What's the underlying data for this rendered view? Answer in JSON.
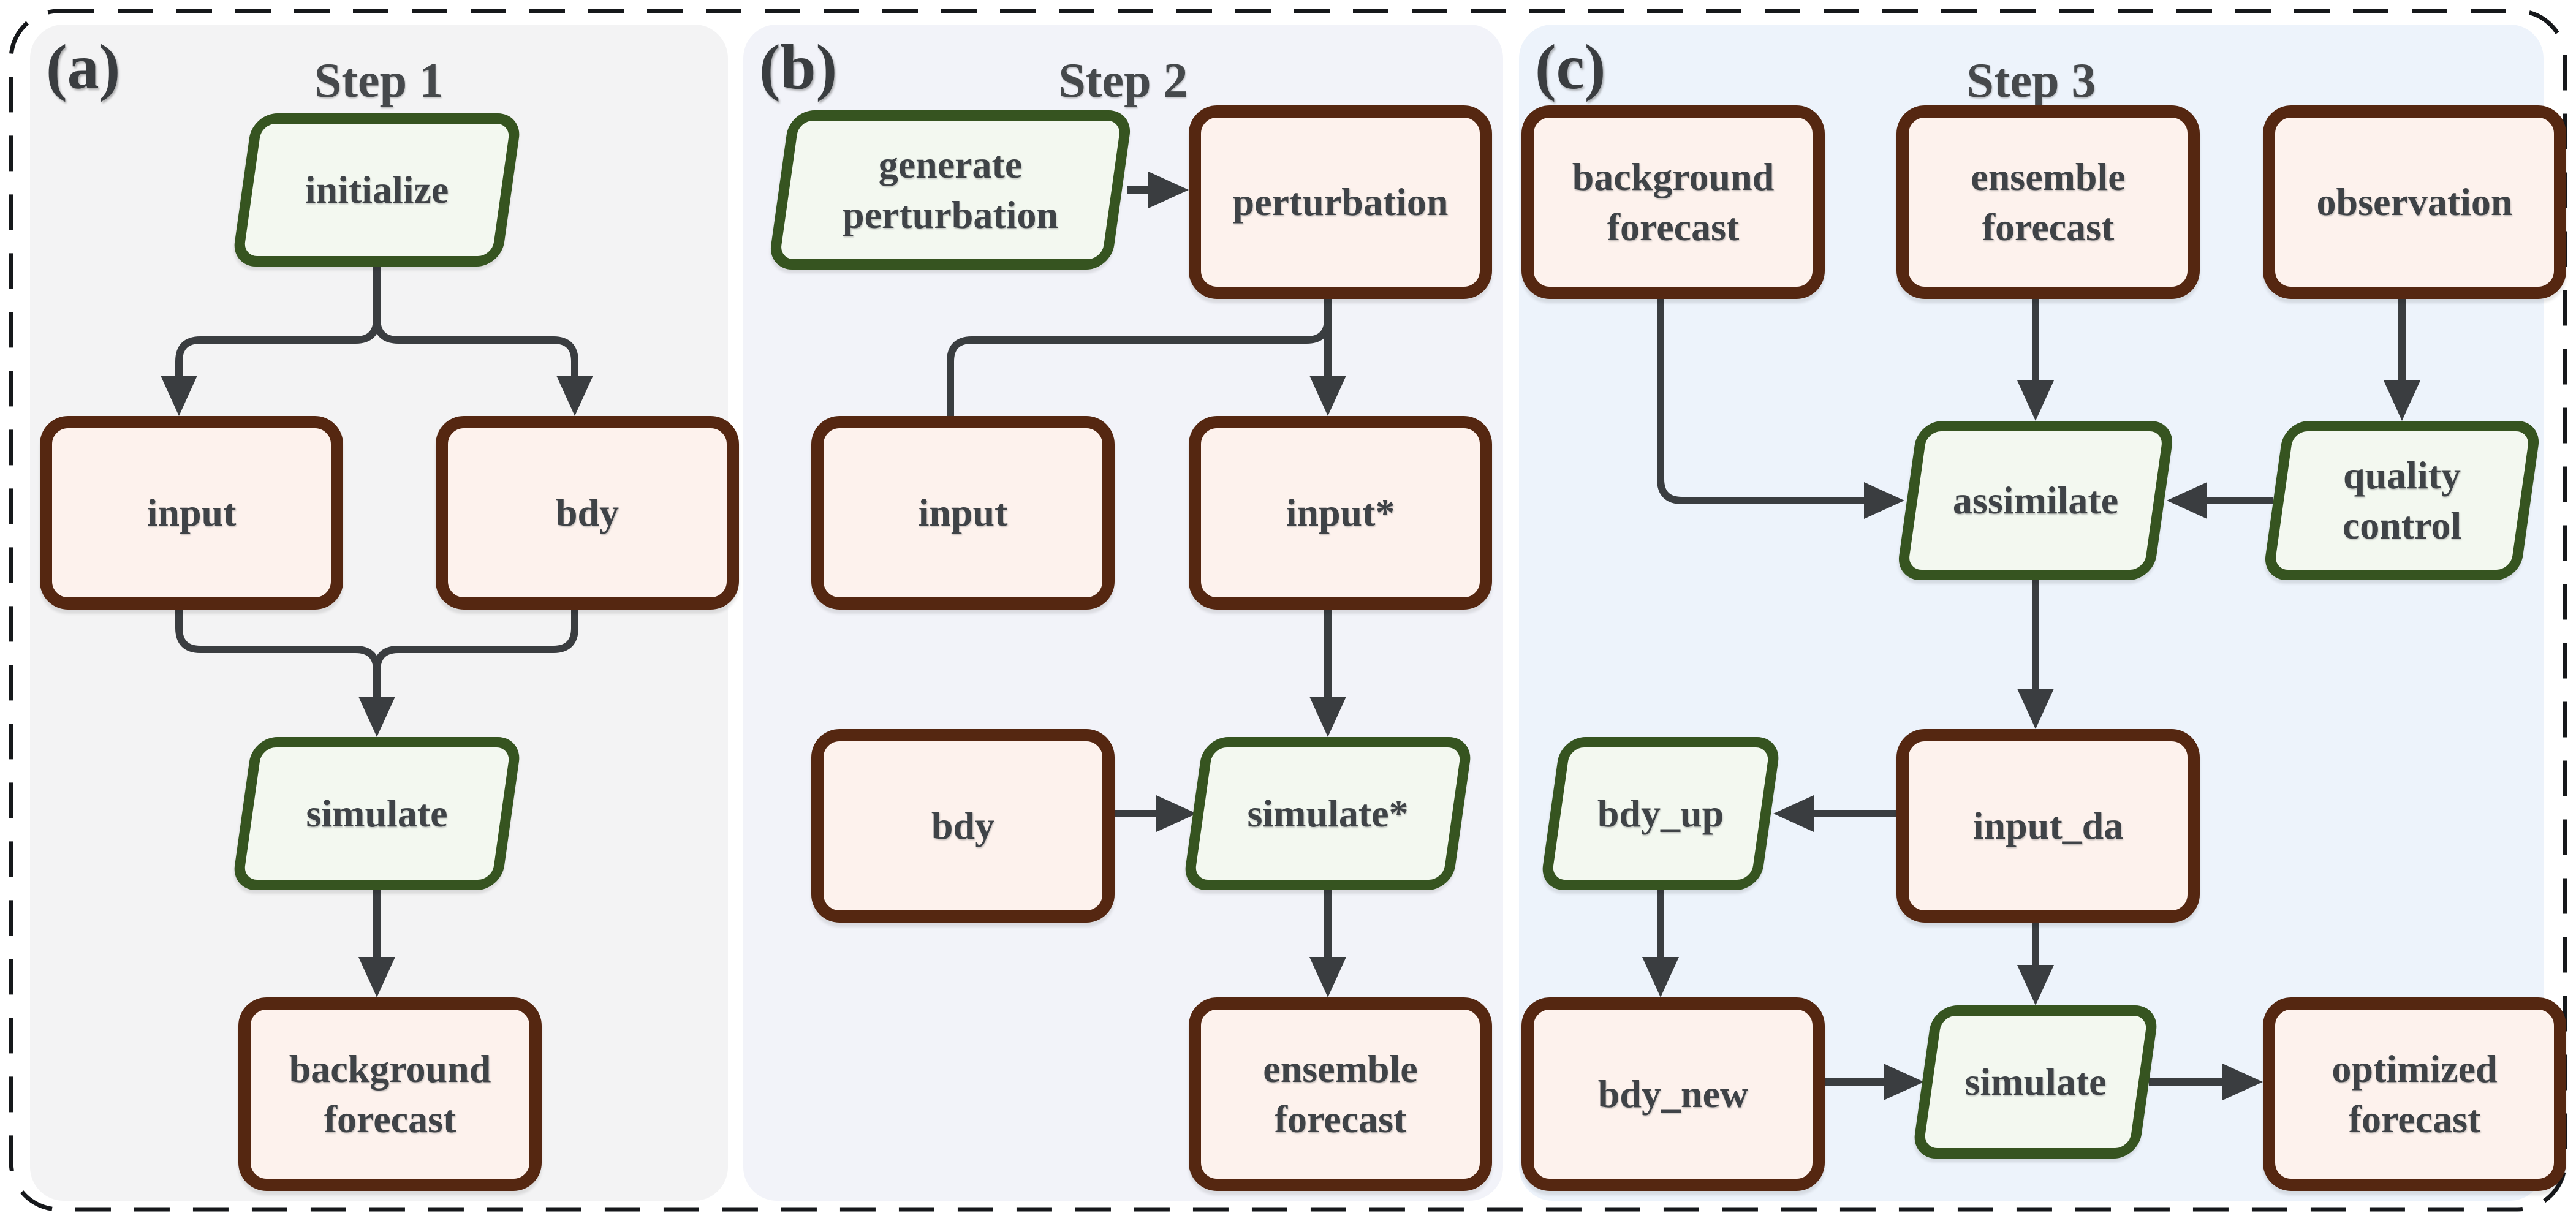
{
  "figure": {
    "kind": "flowchart",
    "panels": {
      "a": {
        "label": "(a)",
        "title": "Step 1"
      },
      "b": {
        "label": "(b)",
        "title": "Step 2"
      },
      "c": {
        "label": "(c)",
        "title": "Step 3"
      }
    },
    "nodes": {
      "a_initialize": {
        "label": "initialize",
        "type": "process"
      },
      "a_input": {
        "label": "input",
        "type": "data"
      },
      "a_bdy": {
        "label": "bdy",
        "type": "data"
      },
      "a_simulate": {
        "label": "simulate",
        "type": "process"
      },
      "a_background_forecast": {
        "label": "background forecast",
        "type": "data"
      },
      "b_generate_perturbation": {
        "label": "generate perturbation",
        "type": "process"
      },
      "b_perturbation": {
        "label": "perturbation",
        "type": "data"
      },
      "b_input": {
        "label": "input",
        "type": "data"
      },
      "b_input_star": {
        "label": "input*",
        "type": "data"
      },
      "b_bdy": {
        "label": "bdy",
        "type": "data"
      },
      "b_simulate_star": {
        "label": "simulate*",
        "type": "process"
      },
      "b_ensemble_forecast": {
        "label": "ensemble forecast",
        "type": "data"
      },
      "c_background_forecast": {
        "label": "background forecast",
        "type": "data"
      },
      "c_ensemble_forecast": {
        "label": "ensemble forecast",
        "type": "data"
      },
      "c_observation": {
        "label": "observation",
        "type": "data"
      },
      "c_assimilate": {
        "label": "assimilate",
        "type": "process"
      },
      "c_quality_control": {
        "label": "quality control",
        "type": "process"
      },
      "c_input_da": {
        "label": "input_da",
        "type": "data"
      },
      "c_bdy_up": {
        "label": "bdy_up",
        "type": "process"
      },
      "c_bdy_new": {
        "label": "bdy_new",
        "type": "data"
      },
      "c_simulate": {
        "label": "simulate",
        "type": "process"
      },
      "c_optimized_forecast": {
        "label": "optimized forecast",
        "type": "data"
      }
    },
    "edges": [
      {
        "from": "a_initialize",
        "to": "a_input",
        "arrowhead": true
      },
      {
        "from": "a_initialize",
        "to": "a_bdy",
        "arrowhead": true
      },
      {
        "from": "a_input",
        "to": "a_simulate",
        "arrowhead": true
      },
      {
        "from": "a_bdy",
        "to": "a_simulate",
        "arrowhead": true
      },
      {
        "from": "a_simulate",
        "to": "a_background_forecast",
        "arrowhead": true
      },
      {
        "from": "b_generate_perturbation",
        "to": "b_perturbation",
        "arrowhead": true
      },
      {
        "from": "b_perturbation",
        "to": "b_input",
        "arrowhead": false
      },
      {
        "from": "b_perturbation",
        "to": "b_input_star",
        "arrowhead": true
      },
      {
        "from": "b_input_star",
        "to": "b_simulate_star",
        "arrowhead": true
      },
      {
        "from": "b_bdy",
        "to": "b_simulate_star",
        "arrowhead": true
      },
      {
        "from": "b_simulate_star",
        "to": "b_ensemble_forecast",
        "arrowhead": true
      },
      {
        "from": "c_background_forecast",
        "to": "c_assimilate",
        "arrowhead": true
      },
      {
        "from": "c_ensemble_forecast",
        "to": "c_assimilate",
        "arrowhead": true
      },
      {
        "from": "c_observation",
        "to": "c_quality_control",
        "arrowhead": true
      },
      {
        "from": "c_quality_control",
        "to": "c_assimilate",
        "arrowhead": true
      },
      {
        "from": "c_assimilate",
        "to": "c_input_da",
        "arrowhead": true
      },
      {
        "from": "c_input_da",
        "to": "c_bdy_up",
        "arrowhead": true
      },
      {
        "from": "c_bdy_up",
        "to": "c_bdy_new",
        "arrowhead": true
      },
      {
        "from": "c_input_da",
        "to": "c_simulate",
        "arrowhead": true
      },
      {
        "from": "c_bdy_new",
        "to": "c_simulate",
        "arrowhead": true
      },
      {
        "from": "c_simulate",
        "to": "c_optimized_forecast",
        "arrowhead": true
      }
    ]
  },
  "colors": {
    "panel_a_bg": "#f3f3f4",
    "panel_b_bg": "#f2f3f9",
    "panel_c_bg": "#edf3fb",
    "data_fill": "#fdf2ed",
    "data_border": "#552711",
    "process_fill": "#f3f8f0",
    "process_border": "#365420",
    "arrow": "#3a3d40",
    "frame": "#16181b"
  }
}
